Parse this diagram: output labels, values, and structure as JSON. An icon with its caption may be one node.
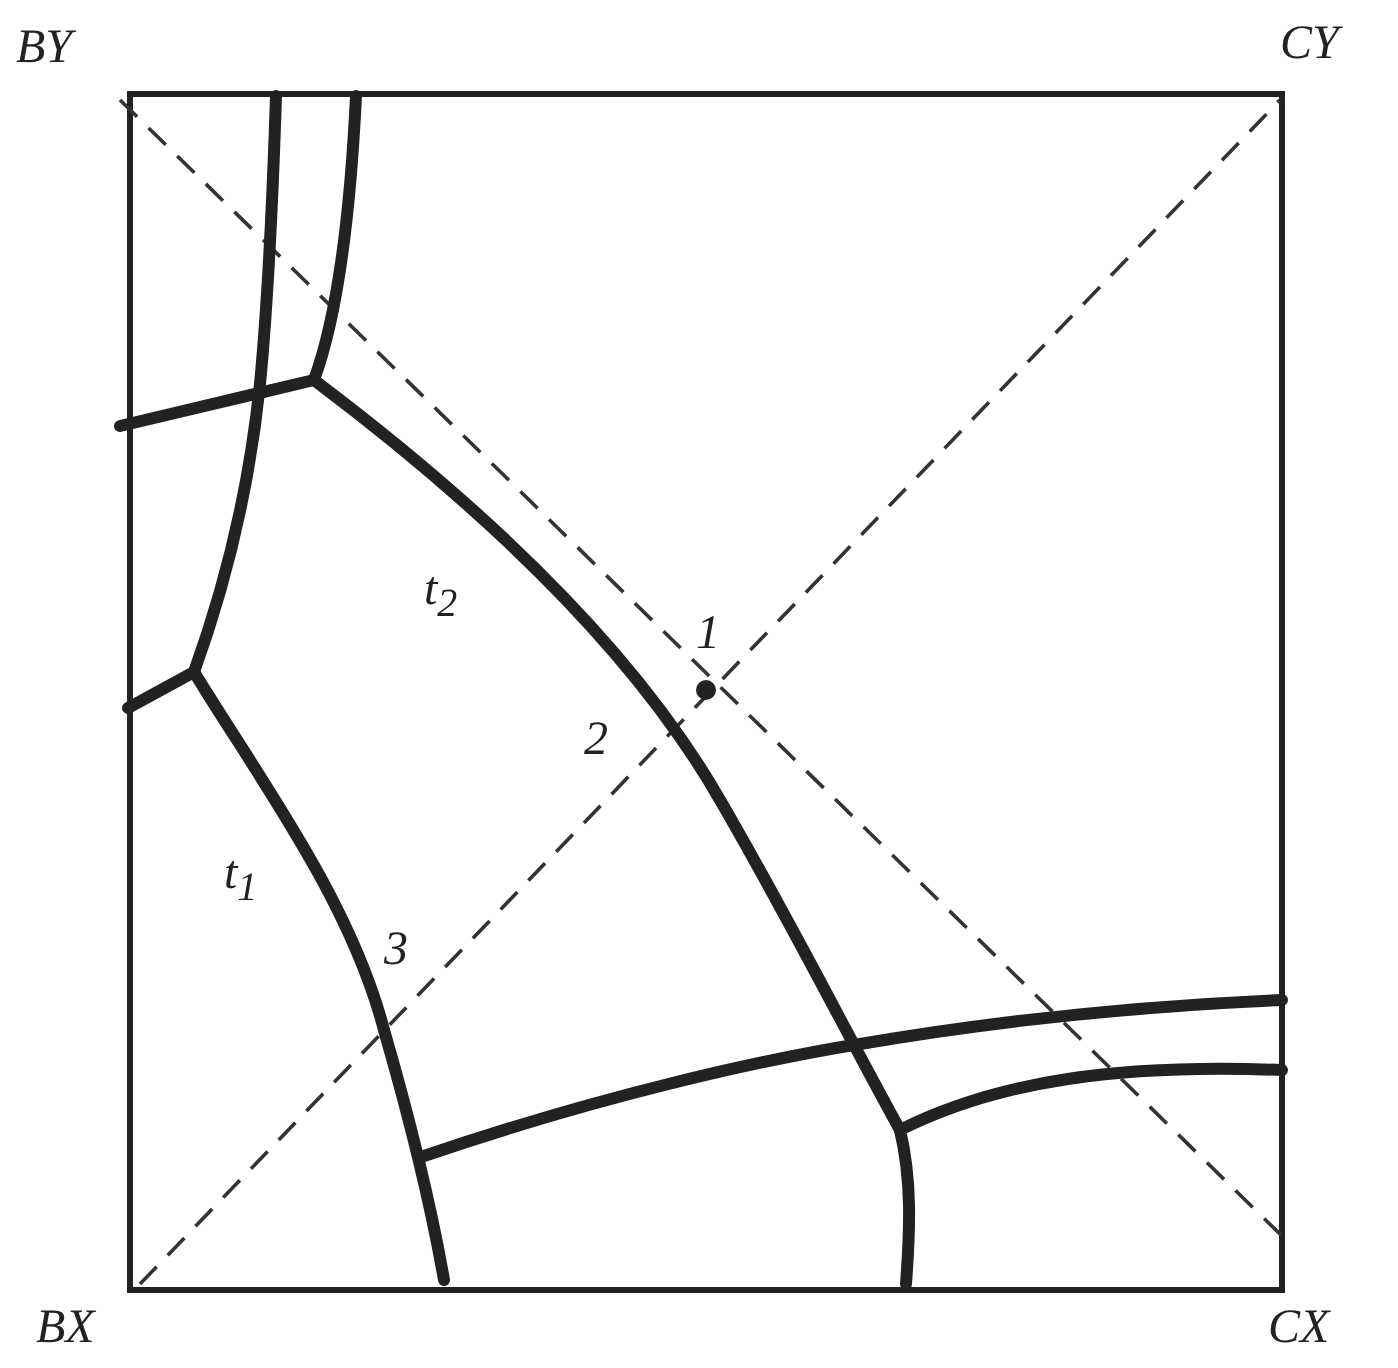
{
  "diagram": {
    "labels": [
      "BY",
      "CY",
      "t$_{2}$",
      "1",
      "2",
      "3",
      "t$_{1}$",
      "BX",
      "CX"
    ]
  }
}
